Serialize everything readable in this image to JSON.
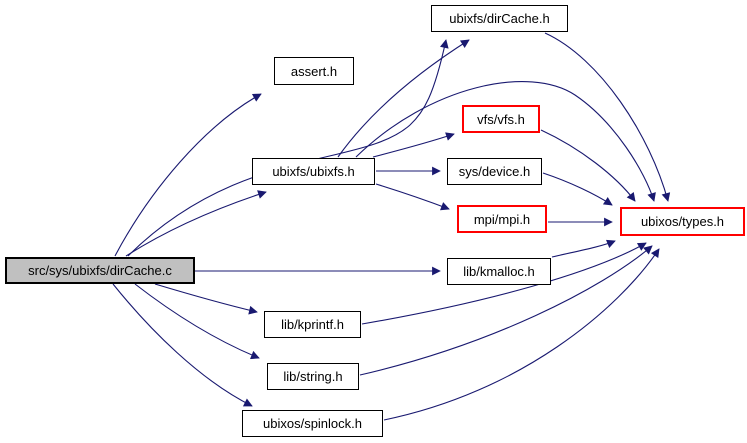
{
  "colors": {
    "bg": "#ffffff",
    "edge": "#191970",
    "node-fill": "#ffffff",
    "node-border": "#000000",
    "main-fill": "#c0c0c0",
    "red-border": "#ff0000",
    "text": "#000000"
  },
  "nodes": {
    "dircache_c": {
      "label": "src/sys/ubixfs/dirCache.c",
      "style": "main"
    },
    "assert_h": {
      "label": "assert.h",
      "style": "normal"
    },
    "dircache_h": {
      "label": "ubixfs/dirCache.h",
      "style": "normal"
    },
    "vfs_h": {
      "label": "vfs/vfs.h",
      "style": "red"
    },
    "ubixfs_h": {
      "label": "ubixfs/ubixfs.h",
      "style": "normal"
    },
    "device_h": {
      "label": "sys/device.h",
      "style": "normal"
    },
    "mpi_h": {
      "label": "mpi/mpi.h",
      "style": "red"
    },
    "types_h": {
      "label": "ubixos/types.h",
      "style": "red"
    },
    "kmalloc_h": {
      "label": "lib/kmalloc.h",
      "style": "normal"
    },
    "kprintf_h": {
      "label": "lib/kprintf.h",
      "style": "normal"
    },
    "string_h": {
      "label": "lib/string.h",
      "style": "normal"
    },
    "spinlock_h": {
      "label": "ubixos/spinlock.h",
      "style": "normal"
    }
  },
  "edges": [
    {
      "from": "dircache_c",
      "to": "assert_h"
    },
    {
      "from": "dircache_c",
      "to": "dircache_h"
    },
    {
      "from": "dircache_c",
      "to": "ubixfs_h"
    },
    {
      "from": "dircache_c",
      "to": "kmalloc_h"
    },
    {
      "from": "dircache_c",
      "to": "kprintf_h"
    },
    {
      "from": "dircache_c",
      "to": "string_h"
    },
    {
      "from": "dircache_c",
      "to": "spinlock_h"
    },
    {
      "from": "ubixfs_h",
      "to": "dircache_h"
    },
    {
      "from": "ubixfs_h",
      "to": "vfs_h"
    },
    {
      "from": "ubixfs_h",
      "to": "device_h"
    },
    {
      "from": "ubixfs_h",
      "to": "mpi_h"
    },
    {
      "from": "ubixfs_h",
      "to": "types_h"
    },
    {
      "from": "dircache_h",
      "to": "types_h"
    },
    {
      "from": "vfs_h",
      "to": "types_h"
    },
    {
      "from": "device_h",
      "to": "types_h"
    },
    {
      "from": "mpi_h",
      "to": "types_h"
    },
    {
      "from": "kmalloc_h",
      "to": "types_h"
    },
    {
      "from": "kprintf_h",
      "to": "types_h"
    },
    {
      "from": "string_h",
      "to": "types_h"
    },
    {
      "from": "spinlock_h",
      "to": "types_h"
    }
  ]
}
